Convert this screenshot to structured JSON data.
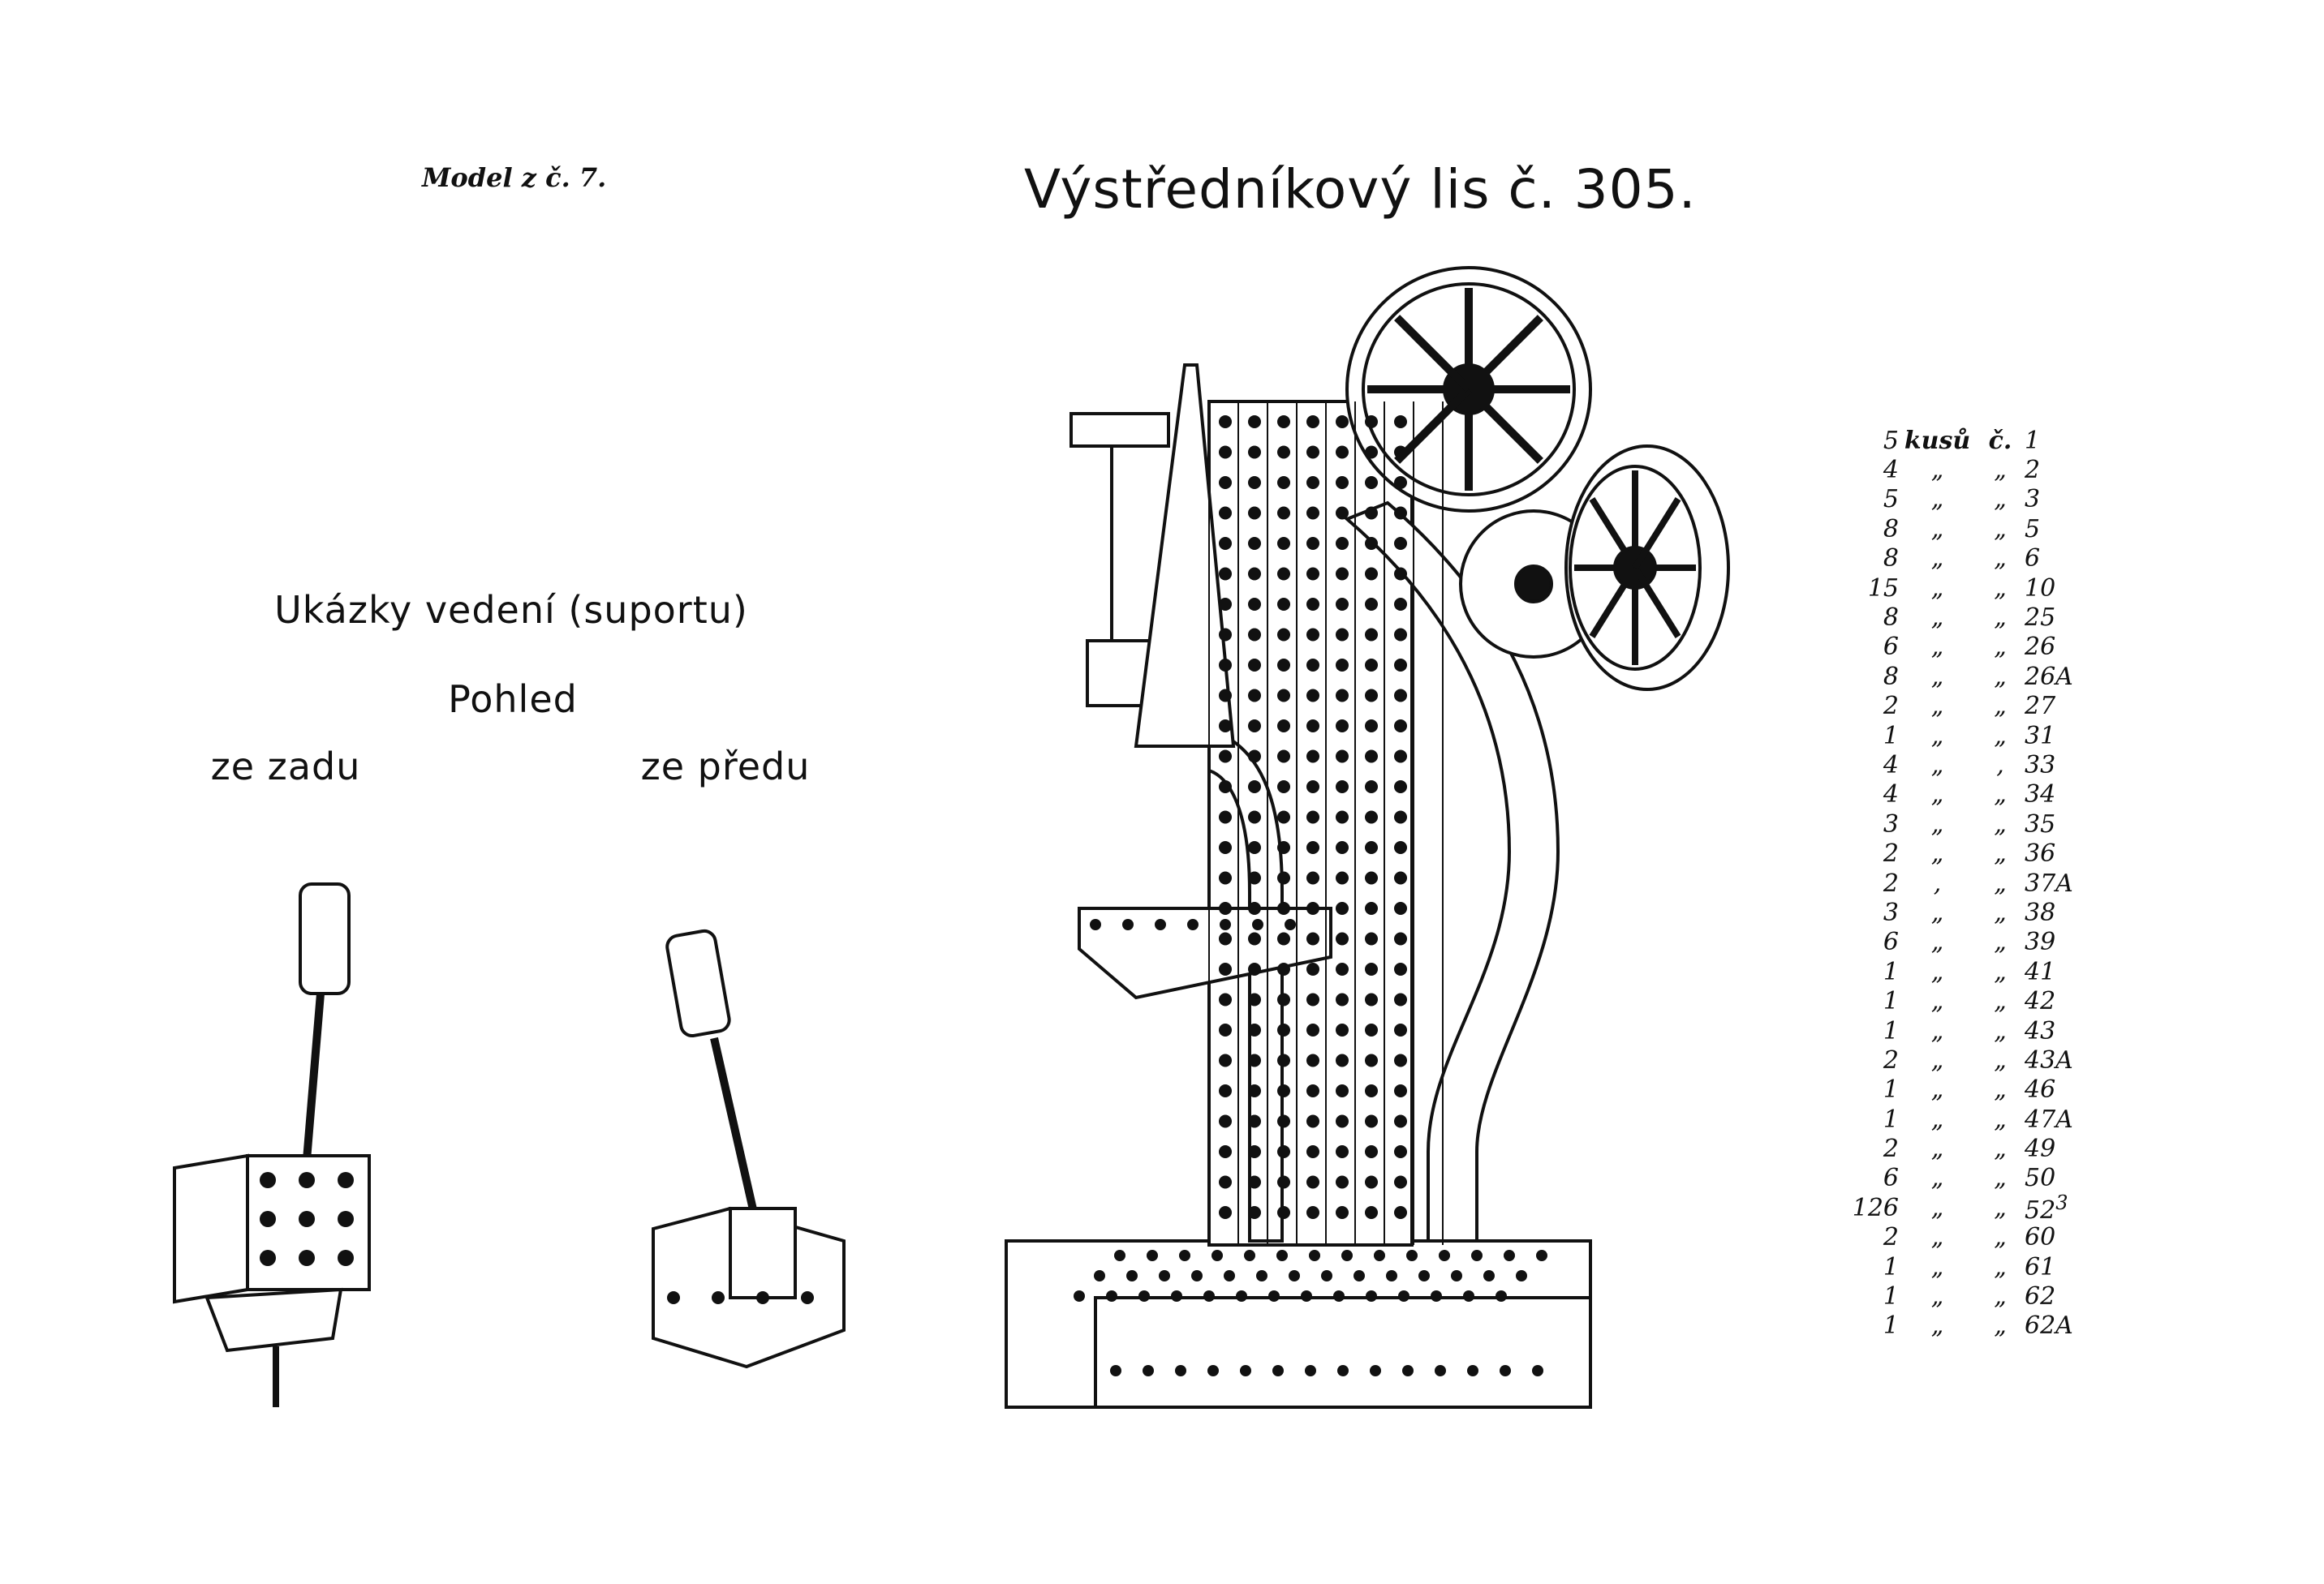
{
  "page": {
    "model_label": "Model z č. 7.",
    "title": "Výstředníkový lis č. 305.",
    "caption_main": "Ukázky vedení (suportu)",
    "caption_view": "Pohled",
    "caption_back": "ze zadu",
    "caption_front": "ze předu"
  },
  "parts_list": {
    "header": {
      "qty": "5",
      "unit": "kusů",
      "no_label": "č.",
      "number": "1"
    },
    "rows": [
      {
        "qty": "4",
        "unit": "„",
        "no_label": "„",
        "number": "2"
      },
      {
        "qty": "5",
        "unit": "„",
        "no_label": "„",
        "number": "3"
      },
      {
        "qty": "8",
        "unit": "„",
        "no_label": "„",
        "number": "5"
      },
      {
        "qty": "8",
        "unit": "„",
        "no_label": "„",
        "number": "6"
      },
      {
        "qty": "15",
        "unit": "„",
        "no_label": "„",
        "number": "10"
      },
      {
        "qty": "8",
        "unit": "„",
        "no_label": "„",
        "number": "25"
      },
      {
        "qty": "6",
        "unit": "„",
        "no_label": "„",
        "number": "26"
      },
      {
        "qty": "8",
        "unit": "„",
        "no_label": "„",
        "number": "26A"
      },
      {
        "qty": "2",
        "unit": "„",
        "no_label": "„",
        "number": "27"
      },
      {
        "qty": "1",
        "unit": "„",
        "no_label": "„",
        "number": "31"
      },
      {
        "qty": "4",
        "unit": "„",
        "no_label": ",",
        "number": "33"
      },
      {
        "qty": "4",
        "unit": "„",
        "no_label": "„",
        "number": "34"
      },
      {
        "qty": "3",
        "unit": "„",
        "no_label": "„",
        "number": "35"
      },
      {
        "qty": "2",
        "unit": "„",
        "no_label": "„",
        "number": "36"
      },
      {
        "qty": "2",
        "unit": ",",
        "no_label": "„",
        "number": "37A"
      },
      {
        "qty": "3",
        "unit": "„",
        "no_label": "„",
        "number": "38"
      },
      {
        "qty": "6",
        "unit": "„",
        "no_label": "„",
        "number": "39"
      },
      {
        "qty": "1",
        "unit": "„",
        "no_label": "„",
        "number": "41"
      },
      {
        "qty": "1",
        "unit": "„",
        "no_label": "„",
        "number": "42"
      },
      {
        "qty": "1",
        "unit": "„",
        "no_label": "„",
        "number": "43"
      },
      {
        "qty": "2",
        "unit": "„",
        "no_label": "„",
        "number": "43A"
      },
      {
        "qty": "1",
        "unit": "„",
        "no_label": "„",
        "number": "46"
      },
      {
        "qty": "1",
        "unit": "„",
        "no_label": "„",
        "number": "47A"
      },
      {
        "qty": "2",
        "unit": "„",
        "no_label": "„",
        "number": "49"
      },
      {
        "qty": "6",
        "unit": "„",
        "no_label": "„",
        "number": "50"
      },
      {
        "qty": "126",
        "unit": "„",
        "no_label": "„",
        "number": "52",
        "sup": "3"
      },
      {
        "qty": "2",
        "unit": "„",
        "no_label": "„",
        "number": "60"
      },
      {
        "qty": "1",
        "unit": "„",
        "no_label": "„",
        "number": "61"
      },
      {
        "qty": "1",
        "unit": "„",
        "no_label": "„",
        "number": "62"
      },
      {
        "qty": "1",
        "unit": "„",
        "no_label": "„",
        "number": "62A"
      }
    ]
  },
  "colors": {
    "ink": "#111111",
    "paper": "#ffffff"
  }
}
